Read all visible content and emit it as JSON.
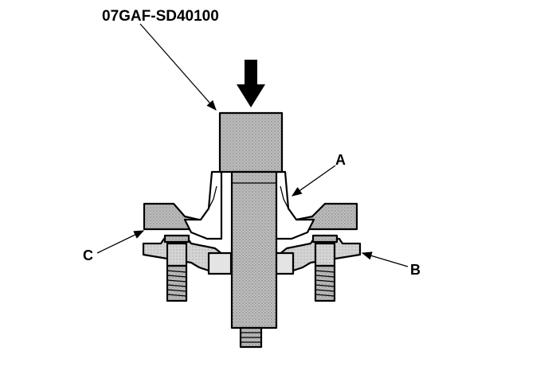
{
  "diagram": {
    "part_code": "07GAF-SD40100",
    "callouts": {
      "a": "A",
      "b": "B",
      "c": "C"
    },
    "colors": {
      "ink": "#000000",
      "tool_fill": "#b4b4b4",
      "shaded_part": "#bcbcbc",
      "hub_fill": "#d6d6d6",
      "paper": "#ffffff"
    }
  }
}
